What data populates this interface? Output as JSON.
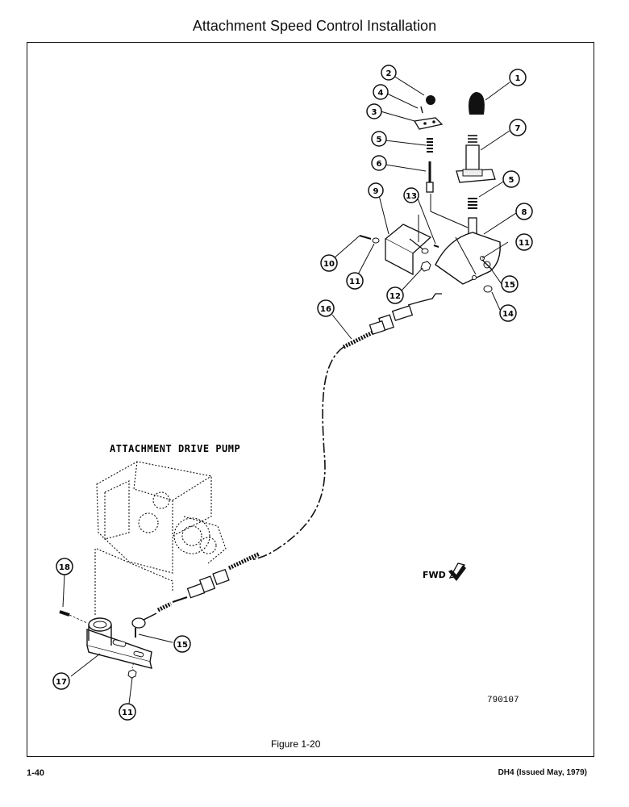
{
  "page": {
    "title": "Attachment Speed Control Installation",
    "page_number": "1-40",
    "document_ref": "DH4 (Issued May, 1979)"
  },
  "figure": {
    "caption": "Figure 1-20",
    "drawing_number": "790107",
    "pump_label": "ATTACHMENT DRIVE PUMP",
    "direction_label": "FWD"
  },
  "callouts": [
    {
      "id": "callout-1",
      "number": "1"
    },
    {
      "id": "callout-2",
      "number": "2"
    },
    {
      "id": "callout-3",
      "number": "3"
    },
    {
      "id": "callout-4",
      "number": "4"
    },
    {
      "id": "callout-5a",
      "number": "5"
    },
    {
      "id": "callout-5b",
      "number": "5"
    },
    {
      "id": "callout-6",
      "number": "6"
    },
    {
      "id": "callout-7",
      "number": "7"
    },
    {
      "id": "callout-8",
      "number": "8"
    },
    {
      "id": "callout-9",
      "number": "9"
    },
    {
      "id": "callout-10",
      "number": "10"
    },
    {
      "id": "callout-11a",
      "number": "11"
    },
    {
      "id": "callout-11b",
      "number": "11"
    },
    {
      "id": "callout-11c",
      "number": "11"
    },
    {
      "id": "callout-12",
      "number": "12"
    },
    {
      "id": "callout-13",
      "number": "13"
    },
    {
      "id": "callout-14",
      "number": "14"
    },
    {
      "id": "callout-15a",
      "number": "15"
    },
    {
      "id": "callout-15b",
      "number": "15"
    },
    {
      "id": "callout-16",
      "number": "16"
    },
    {
      "id": "callout-17",
      "number": "17"
    },
    {
      "id": "callout-18",
      "number": "18"
    }
  ]
}
